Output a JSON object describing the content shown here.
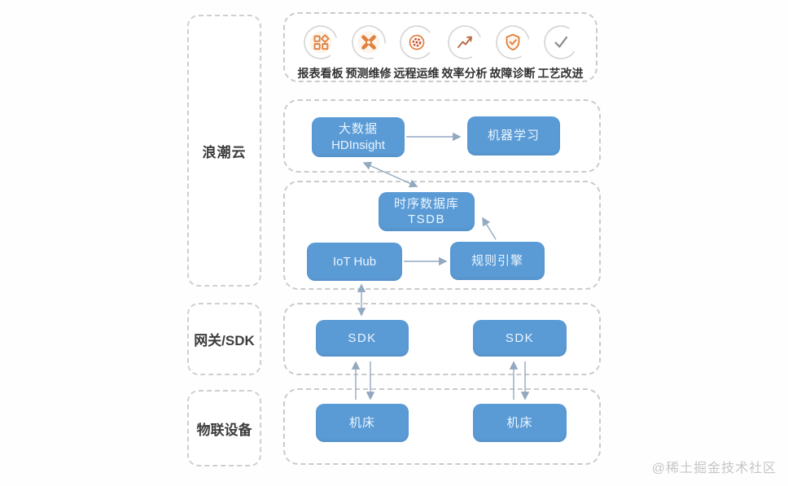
{
  "colors": {
    "node_blue": "#5B9BD5",
    "node_text": "#EAF5FE",
    "icon_orange": "#E0803C",
    "icon_gray": "#8c8c8c",
    "arc_gray": "#d6d6d6",
    "dash_border": "#cbcbcb",
    "arrow": "#93a9c0",
    "watermark": "#c6c6c6"
  },
  "lanes": [
    {
      "label": "浪潮云"
    },
    {
      "label": "网关/SDK"
    },
    {
      "label": "物联设备"
    }
  ],
  "apps": {
    "items": [
      {
        "label": "报表看板",
        "icon": "dashboard-icon"
      },
      {
        "label": "预测维修",
        "icon": "predictive-maintenance-icon"
      },
      {
        "label": "远程运维",
        "icon": "remote-ops-icon"
      },
      {
        "label": "效率分析",
        "icon": "efficiency-analysis-icon"
      },
      {
        "label": "故障诊断",
        "icon": "fault-diagnosis-icon"
      },
      {
        "label": "工艺改进",
        "icon": "process-improvement-icon"
      }
    ]
  },
  "nodes": {
    "hdinsight": {
      "line1": "大数据",
      "line2": "HDInsight"
    },
    "ml": {
      "label": "机器学习"
    },
    "tsdb": {
      "line1": "时序数据库",
      "line2": "TSDB"
    },
    "iothub": {
      "label": "IoT Hub"
    },
    "rules": {
      "label": "规则引擎"
    },
    "sdk_left": {
      "label": "SDK"
    },
    "sdk_right": {
      "label": "SDK"
    },
    "machine_left": {
      "label": "机床"
    },
    "machine_right": {
      "label": "机床"
    }
  },
  "watermark": "@稀土掘金技术社区"
}
